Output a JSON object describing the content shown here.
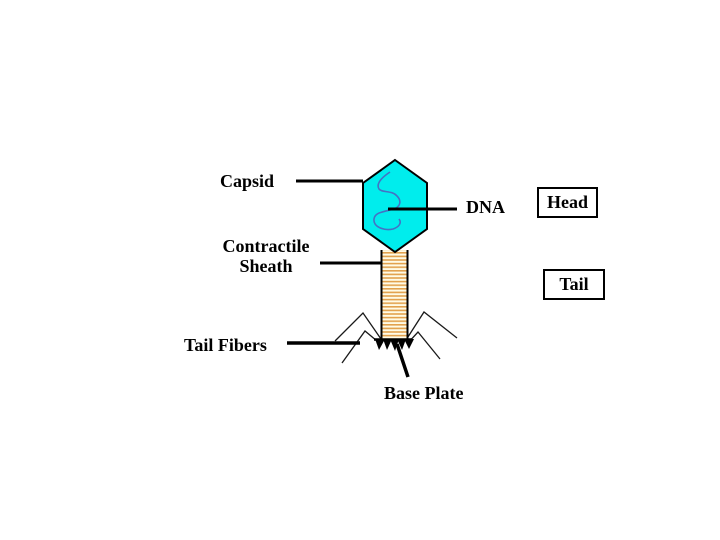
{
  "labels": {
    "capsid": "Capsid",
    "dna": "DNA",
    "contractile_sheath": "Contractile\nSheath",
    "tail_fibers": "Tail Fibers",
    "base_plate": "Base Plate"
  },
  "callouts": {
    "head": "Head",
    "tail": "Tail"
  },
  "colors": {
    "capsid_fill": "#00EDED",
    "capsid_outline": "#000000",
    "dna_strand": "#4472C4",
    "sheath_stripe": "#E2A24E",
    "sheath_background": "#FFFBE6",
    "line": "#000000",
    "background": "#FFFFFF"
  }
}
